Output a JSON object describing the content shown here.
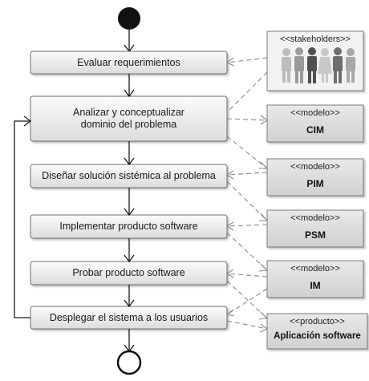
{
  "activities": [
    "Evaluar requerimientos",
    "Analizar y conceptualizar\ndominio del problema",
    "Diseñar solución sistémica al problema",
    "Implementar producto software",
    "Probar producto software",
    "Desplegar el sistema a los usuarios"
  ],
  "artifacts": [
    {
      "stereotype": "<<stakeholders>>",
      "name": ""
    },
    {
      "stereotype": "<<modelo>>",
      "name": "CIM"
    },
    {
      "stereotype": "<<modelo>>",
      "name": "PIM"
    },
    {
      "stereotype": "<<modelo>>",
      "name": "PSM"
    },
    {
      "stereotype": "<<modelo>>",
      "name": "IM"
    },
    {
      "stereotype": "<<producto>>",
      "name": "Aplicación software"
    }
  ],
  "colors": {
    "box_fill_top": "#fbfbfb",
    "box_fill_bottom": "#dcdcdc",
    "box_stroke": "#6e6e6e",
    "artifact_header": "#efefef",
    "artifact_body": "#d7d7d7",
    "line": "#1a1a1a",
    "dashed": "#8a8a8a",
    "person_light": "#b8b8b8",
    "person_mid": "#8f8f8f",
    "person_dark": "#555555"
  }
}
